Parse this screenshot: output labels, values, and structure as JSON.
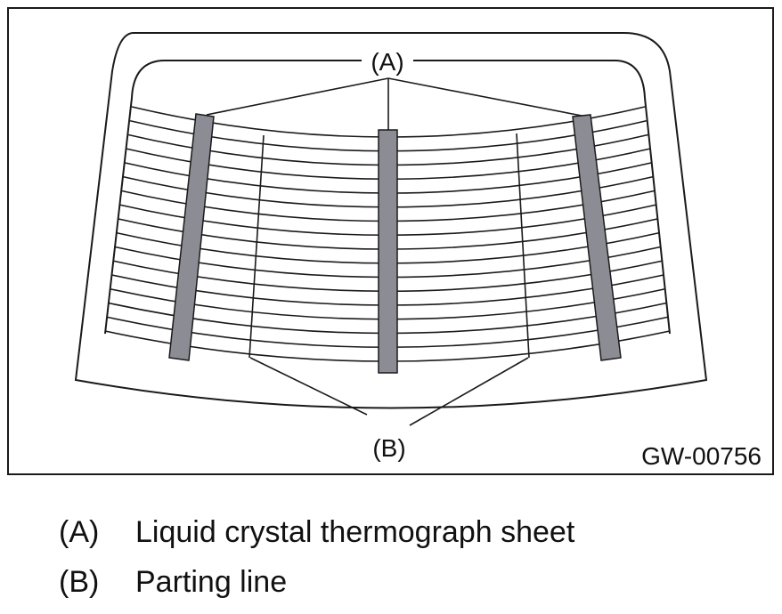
{
  "figure": {
    "callout_a": "(A)",
    "callout_b": "(B)",
    "figure_id": "GW-00756"
  },
  "legend": [
    {
      "key": "(A)",
      "text": "Liquid crystal thermograph sheet"
    },
    {
      "key": "(B)",
      "text": "Parting line"
    }
  ],
  "colors": {
    "line": "#1a1a1a",
    "sheet_fill": "#8c8c95",
    "background": "#ffffff"
  },
  "icons": [
    "rear-window-glass",
    "defogger-heating-wires",
    "thermograph-sheet",
    "parting-line"
  ]
}
